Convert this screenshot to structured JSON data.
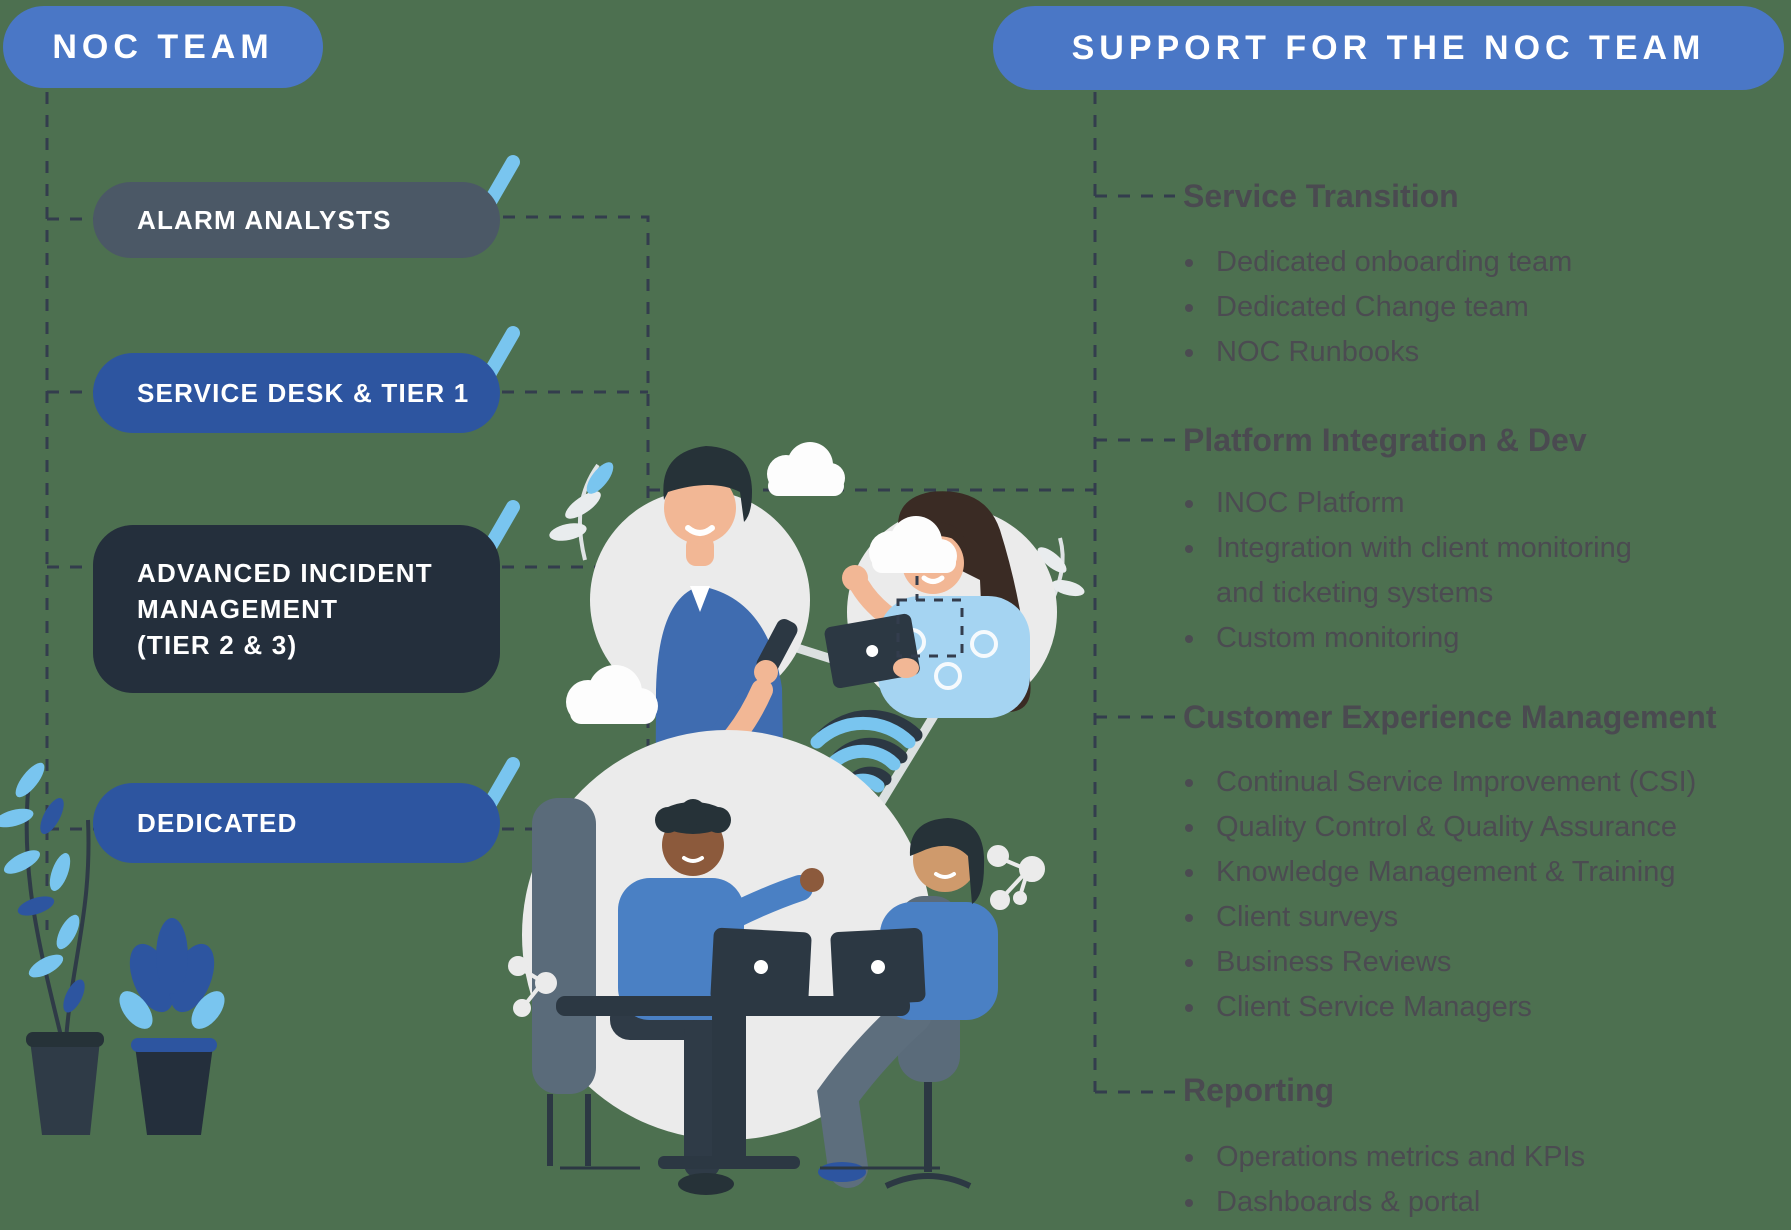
{
  "colors": {
    "background": "#4d7050",
    "header_pill": "#4a77c6",
    "blue_pill": "#2d55a0",
    "slate_pill": "#4b5866",
    "navy_pill": "#242f3c",
    "checkmark": "#79c5ef",
    "dashed_line": "#333d4d",
    "support_text": "#4a4a50",
    "illustration_circle": "#ebebeb"
  },
  "pills": {
    "noc": "NOC TEAM",
    "support": "SUPPORT FOR THE NOC TEAM"
  },
  "noc_team": {
    "items": [
      {
        "id": "alarm-analysts",
        "lines": [
          "ALARM ANALYSTS"
        ],
        "checked": true
      },
      {
        "id": "service-desk-tier-1",
        "lines": [
          "SERVICE DESK & TIER 1"
        ],
        "checked": true
      },
      {
        "id": "advanced-incident-management",
        "lines": [
          "ADVANCED INCIDENT",
          "MANAGEMENT",
          "(TIER 2 & 3)"
        ],
        "checked": true
      },
      {
        "id": "dedicated",
        "lines": [
          "DEDICATED"
        ],
        "checked": true
      }
    ]
  },
  "support": {
    "sections": [
      {
        "title": "Service Transition",
        "items": [
          "Dedicated onboarding team",
          "Dedicated Change team",
          "NOC Runbooks"
        ]
      },
      {
        "title": "Platform Integration & Dev",
        "items": [
          "INOC Platform",
          "Integration with client monitoring and ticketing systems",
          "Custom monitoring"
        ]
      },
      {
        "title": "Customer Experience Management",
        "items": [
          "Continual Service Improvement (CSI)",
          "Quality Control & Quality Assurance",
          "Knowledge Management & Training",
          "Client surveys",
          "Business Reviews",
          "Client Service Managers"
        ]
      },
      {
        "title": "Reporting",
        "items": [
          "Operations metrics and KPIs",
          "Dashboards & portal"
        ]
      }
    ]
  },
  "icons": {
    "checkmark": "light-blue check stroke",
    "wifi": "wifi arcs with dark shadow",
    "cloud": "white cloud",
    "plant": "potted plant decoration"
  }
}
